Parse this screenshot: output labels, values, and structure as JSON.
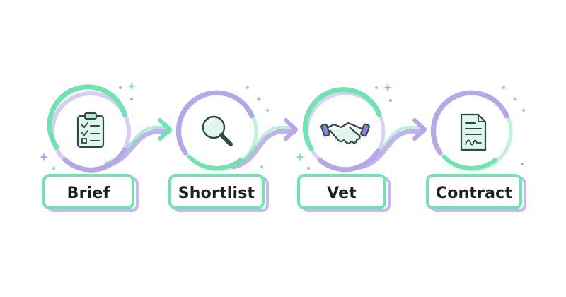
{
  "diagram": {
    "type": "process-flow",
    "colors": {
      "green": "#6fe3b0",
      "green_dark": "#2f8f6a",
      "purple": "#b6a6ec",
      "purple_dark": "#8f7fd8",
      "icon_fill": "#dff6ec",
      "text": "#1d1f23",
      "background": "#ffffff"
    },
    "steps": [
      {
        "label": "Brief",
        "icon": "clipboard-checklist-icon"
      },
      {
        "label": "Shortlist",
        "icon": "magnifying-glass-icon"
      },
      {
        "label": "Vet",
        "icon": "handshake-icon"
      },
      {
        "label": "Contract",
        "icon": "signed-document-icon"
      }
    ],
    "connections": [
      {
        "from": "Brief",
        "to": "Shortlist"
      },
      {
        "from": "Shortlist",
        "to": "Vet"
      },
      {
        "from": "Vet",
        "to": "Contract"
      }
    ]
  }
}
